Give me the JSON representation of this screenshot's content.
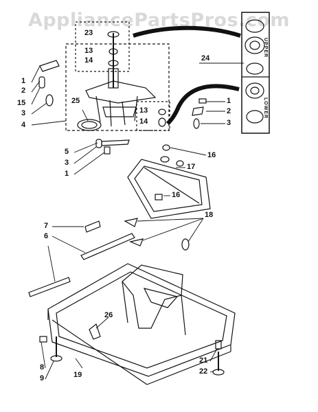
{
  "watermark": "AppliancePartsPros.com",
  "inset": {
    "upper_label": "UPPER",
    "lower_label": "LOWER"
  },
  "callouts": {
    "c23": "23",
    "c13a": "13",
    "c14a": "14",
    "c24": "24",
    "l1a": "1",
    "l2a": "2",
    "l15": "15",
    "l3a": "3",
    "l4": "4",
    "c25": "25",
    "c13b": "13",
    "c14b": "14",
    "r1": "1",
    "r2": "2",
    "r3": "3",
    "l5": "5",
    "l3b": "3",
    "l1b": "1",
    "c16a": "16",
    "c17": "17",
    "c16b": "16",
    "c7": "7",
    "c6": "6",
    "c18": "18",
    "c26": "26",
    "c8": "8",
    "c9": "9",
    "c19": "19",
    "c21": "21",
    "c22": "22"
  }
}
